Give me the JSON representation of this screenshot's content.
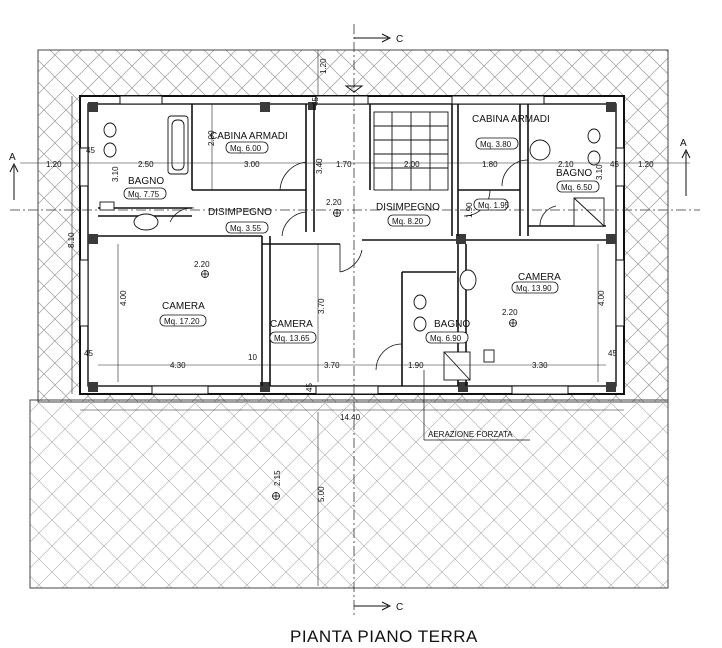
{
  "title": "PIANTA PIANO TERRA",
  "section_markers": {
    "c_label": "C",
    "a_label": "A"
  },
  "rooms": [
    {
      "id": "bagno-left",
      "name": "BAGNO",
      "area": "Mq. 7.75"
    },
    {
      "id": "cabina-armadi-left",
      "name": "CABINA ARMADI",
      "area": "Mq. 6.00"
    },
    {
      "id": "disimpegno-left",
      "name": "DISIMPEGNO",
      "area": "Mq. 3.55"
    },
    {
      "id": "disimpegno-right",
      "name": "DISIMPEGNO",
      "area": "Mq. 8.20"
    },
    {
      "id": "cabina-armadi-right",
      "name": "CABINA ARMADI",
      "area": "Mq. 3.80"
    },
    {
      "id": "bagno-right",
      "name": "BAGNO",
      "area": "Mq. 6.50"
    },
    {
      "id": "bagno-center",
      "name": "BAGNO",
      "area": "Mq. 6.90"
    },
    {
      "id": "camera-left",
      "name": "CAMERA",
      "area": "Mq. 17.20"
    },
    {
      "id": "camera-center",
      "name": "CAMERA",
      "area": "Mq. 13.65"
    },
    {
      "id": "camera-right",
      "name": "CAMERA",
      "area": "Mq. 13.90"
    },
    {
      "id": "small-room",
      "name": "",
      "area": "Mq. 1.95"
    }
  ],
  "heights": [
    "2.20",
    "2.20",
    "2.20",
    "2.15"
  ],
  "dimensions": {
    "top_120": "1.20",
    "left_120": "1.20",
    "right_120": "1.20",
    "d45_a": "45",
    "d45_b": "45",
    "d45_c": "45",
    "d45_d": "45",
    "d45_e": "45",
    "d45_f": "45",
    "d250": "2.50",
    "d300": "3.00",
    "d170": "1.70",
    "d200": "2.00",
    "d180": "1.80",
    "d210": "2.10",
    "d310_a": "3.10",
    "d310_b": "3.10",
    "d200v": "2.00",
    "d340": "3.40",
    "d810": "8.10",
    "d400_a": "4.00",
    "d400_b": "4.00",
    "d370v": "3.70",
    "d430": "4.30",
    "d370": "3.70",
    "d190": "1.90",
    "d330": "3.30",
    "d1440": "14.40",
    "d500": "5.00",
    "d290": "1.90",
    "d10": "10"
  },
  "notes": {
    "aeration": "AERAZIONE FORZATA"
  }
}
